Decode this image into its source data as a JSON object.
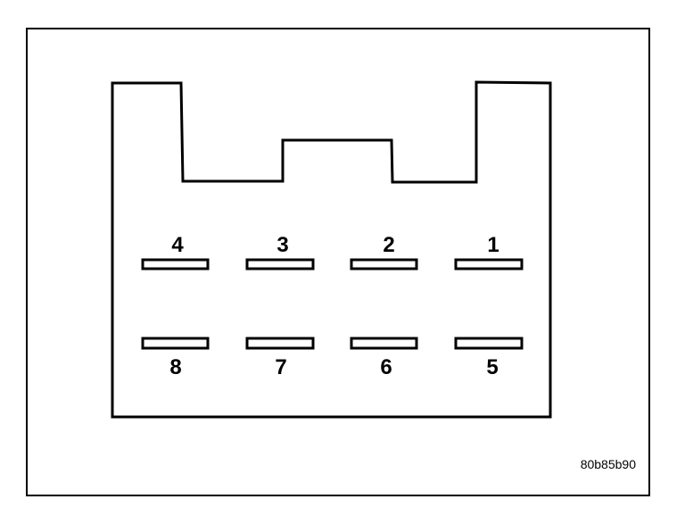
{
  "connector": {
    "pins_top": [
      {
        "number": "4"
      },
      {
        "number": "3"
      },
      {
        "number": "2"
      },
      {
        "number": "1"
      }
    ],
    "pins_bottom": [
      {
        "number": "8"
      },
      {
        "number": "7"
      },
      {
        "number": "6"
      },
      {
        "number": "5"
      }
    ]
  },
  "reference_code": "80b85b90"
}
